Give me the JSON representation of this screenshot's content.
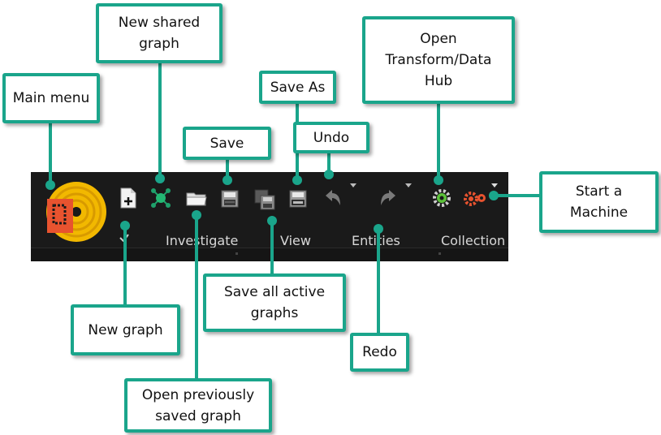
{
  "toolbar": {
    "menus": [
      "Investigate",
      "View",
      "Entities",
      "Collection"
    ]
  },
  "callouts": {
    "main_menu": "Main menu",
    "new_shared_graph": "New shared graph",
    "save": "Save",
    "save_as": "Save As",
    "undo": "Undo",
    "open_hub": "Open Transform/Data Hub",
    "start_machine": "Start a Machine",
    "new_graph": "New graph",
    "save_all": "Save all active graphs",
    "redo": "Redo",
    "open_previous": "Open previously saved graph"
  },
  "colors": {
    "accent": "#1aa58b",
    "toolbar_bg": "#1a1a1a",
    "logo_orange": "#e8532f",
    "logo_yellow": "#f2b800"
  },
  "icons": {
    "logo": "maltego-logo-icon",
    "new_graph": "new-document-icon",
    "new_shared": "shared-graph-icon",
    "open": "folder-icon",
    "save": "floppy-save-icon",
    "save_all": "save-all-icon",
    "save_as": "save-as-icon",
    "undo": "undo-arrow-icon",
    "redo": "redo-arrow-icon",
    "hub": "hub-gear-icon",
    "machine": "machine-gear-icon"
  }
}
